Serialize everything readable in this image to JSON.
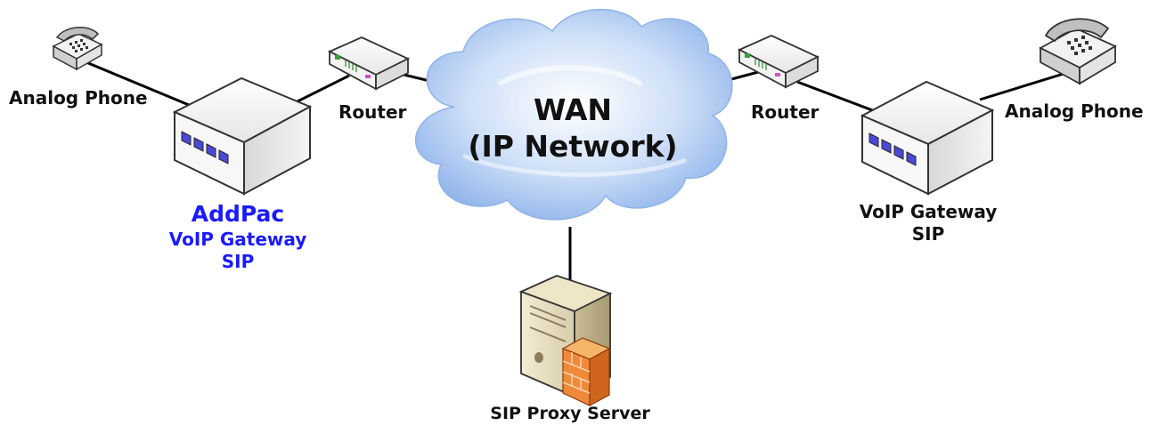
{
  "cloud": {
    "line1": "WAN",
    "line2": "(IP Network)"
  },
  "left": {
    "phone_label": "Analog Phone",
    "router_label": "Router",
    "gateway_brand": "AddPac",
    "gateway_line1": "VoIP Gateway",
    "gateway_line2": "SIP"
  },
  "right": {
    "phone_label": "Analog Phone",
    "router_label": "Router",
    "gateway_line1": "VoIP Gateway",
    "gateway_line2": "SIP"
  },
  "server": {
    "label": "SIP Proxy Server"
  },
  "colors": {
    "cloud": "#a9c6f0",
    "accent_text": "#1a1aff",
    "device_body": "#eeeeee",
    "port_blue": "#4a4ad8",
    "line": "#000000"
  },
  "icons": [
    "analog-phone-icon",
    "router-icon",
    "voip-gateway-icon",
    "cloud-icon",
    "server-icon",
    "firewall-icon"
  ]
}
